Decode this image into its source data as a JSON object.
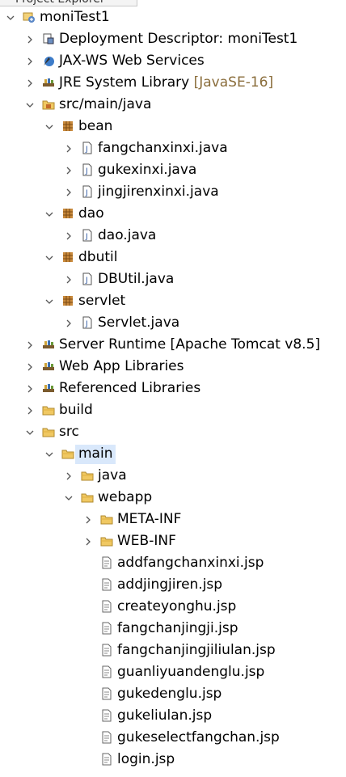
{
  "panel_title": "Project Explorer",
  "items": [
    {
      "label": "moniTest1",
      "icon": "project-icon",
      "expand": "down",
      "depth": 0
    },
    {
      "label": "Deployment Descriptor: moniTest1",
      "icon": "deployment-descriptor-icon",
      "expand": "right",
      "depth": 1
    },
    {
      "label": "JAX-WS Web Services",
      "icon": "web-services-icon",
      "expand": "right",
      "depth": 1
    },
    {
      "label": "JRE System Library",
      "decor": "[JavaSE-16]",
      "icon": "library-icon",
      "expand": "right",
      "depth": 1
    },
    {
      "label": "src/main/java",
      "icon": "source-folder-icon",
      "expand": "down",
      "depth": 1
    },
    {
      "label": "bean",
      "icon": "package-icon",
      "expand": "down",
      "depth": 2
    },
    {
      "label": "fangchanxinxi.java",
      "icon": "java-file-icon",
      "expand": "right",
      "depth": 3
    },
    {
      "label": "gukexinxi.java",
      "icon": "java-file-icon",
      "expand": "right",
      "depth": 3
    },
    {
      "label": "jingjirenxinxi.java",
      "icon": "java-file-icon",
      "expand": "right",
      "depth": 3
    },
    {
      "label": "dao",
      "icon": "package-icon",
      "expand": "down",
      "depth": 2
    },
    {
      "label": "dao.java",
      "icon": "java-file-icon",
      "expand": "right",
      "depth": 3
    },
    {
      "label": "dbutil",
      "icon": "package-icon",
      "expand": "down",
      "depth": 2
    },
    {
      "label": "DBUtil.java",
      "icon": "java-file-icon",
      "expand": "right",
      "depth": 3
    },
    {
      "label": "servlet",
      "icon": "package-icon",
      "expand": "down",
      "depth": 2
    },
    {
      "label": "Servlet.java",
      "icon": "java-file-icon",
      "expand": "right",
      "depth": 3
    },
    {
      "label": "Server Runtime [Apache Tomcat v8.5]",
      "icon": "library-icon",
      "expand": "right",
      "depth": 1
    },
    {
      "label": "Web App Libraries",
      "icon": "library-icon",
      "expand": "right",
      "depth": 1
    },
    {
      "label": "Referenced Libraries",
      "icon": "library-icon",
      "expand": "right",
      "depth": 1
    },
    {
      "label": "build",
      "icon": "folder-icon",
      "expand": "right",
      "depth": 1
    },
    {
      "label": "src",
      "icon": "folder-icon",
      "expand": "down",
      "depth": 1
    },
    {
      "label": "main",
      "icon": "folder-icon",
      "expand": "down",
      "depth": 2,
      "selected": true
    },
    {
      "label": "java",
      "icon": "folder-icon",
      "expand": "right",
      "depth": 3
    },
    {
      "label": "webapp",
      "icon": "folder-icon",
      "expand": "down",
      "depth": 3
    },
    {
      "label": "META-INF",
      "icon": "folder-icon",
      "expand": "right",
      "depth": 4
    },
    {
      "label": "WEB-INF",
      "icon": "folder-icon",
      "expand": "right",
      "depth": 4
    },
    {
      "label": "addfangchanxinxi.jsp",
      "icon": "jsp-file-icon",
      "expand": "none",
      "depth": 4
    },
    {
      "label": "addjingjiren.jsp",
      "icon": "jsp-file-icon",
      "expand": "none",
      "depth": 4
    },
    {
      "label": "createyonghu.jsp",
      "icon": "jsp-file-icon",
      "expand": "none",
      "depth": 4
    },
    {
      "label": "fangchanjingji.jsp",
      "icon": "jsp-file-icon",
      "expand": "none",
      "depth": 4
    },
    {
      "label": "fangchanjingjiliulan.jsp",
      "icon": "jsp-file-icon",
      "expand": "none",
      "depth": 4
    },
    {
      "label": "guanliyuandenglu.jsp",
      "icon": "jsp-file-icon",
      "expand": "none",
      "depth": 4
    },
    {
      "label": "gukedenglu.jsp",
      "icon": "jsp-file-icon",
      "expand": "none",
      "depth": 4
    },
    {
      "label": "gukeliulan.jsp",
      "icon": "jsp-file-icon",
      "expand": "none",
      "depth": 4
    },
    {
      "label": "gukeselectfangchan.jsp",
      "icon": "jsp-file-icon",
      "expand": "none",
      "depth": 4
    },
    {
      "label": "login.jsp",
      "icon": "jsp-file-icon",
      "expand": "none",
      "depth": 4
    }
  ]
}
